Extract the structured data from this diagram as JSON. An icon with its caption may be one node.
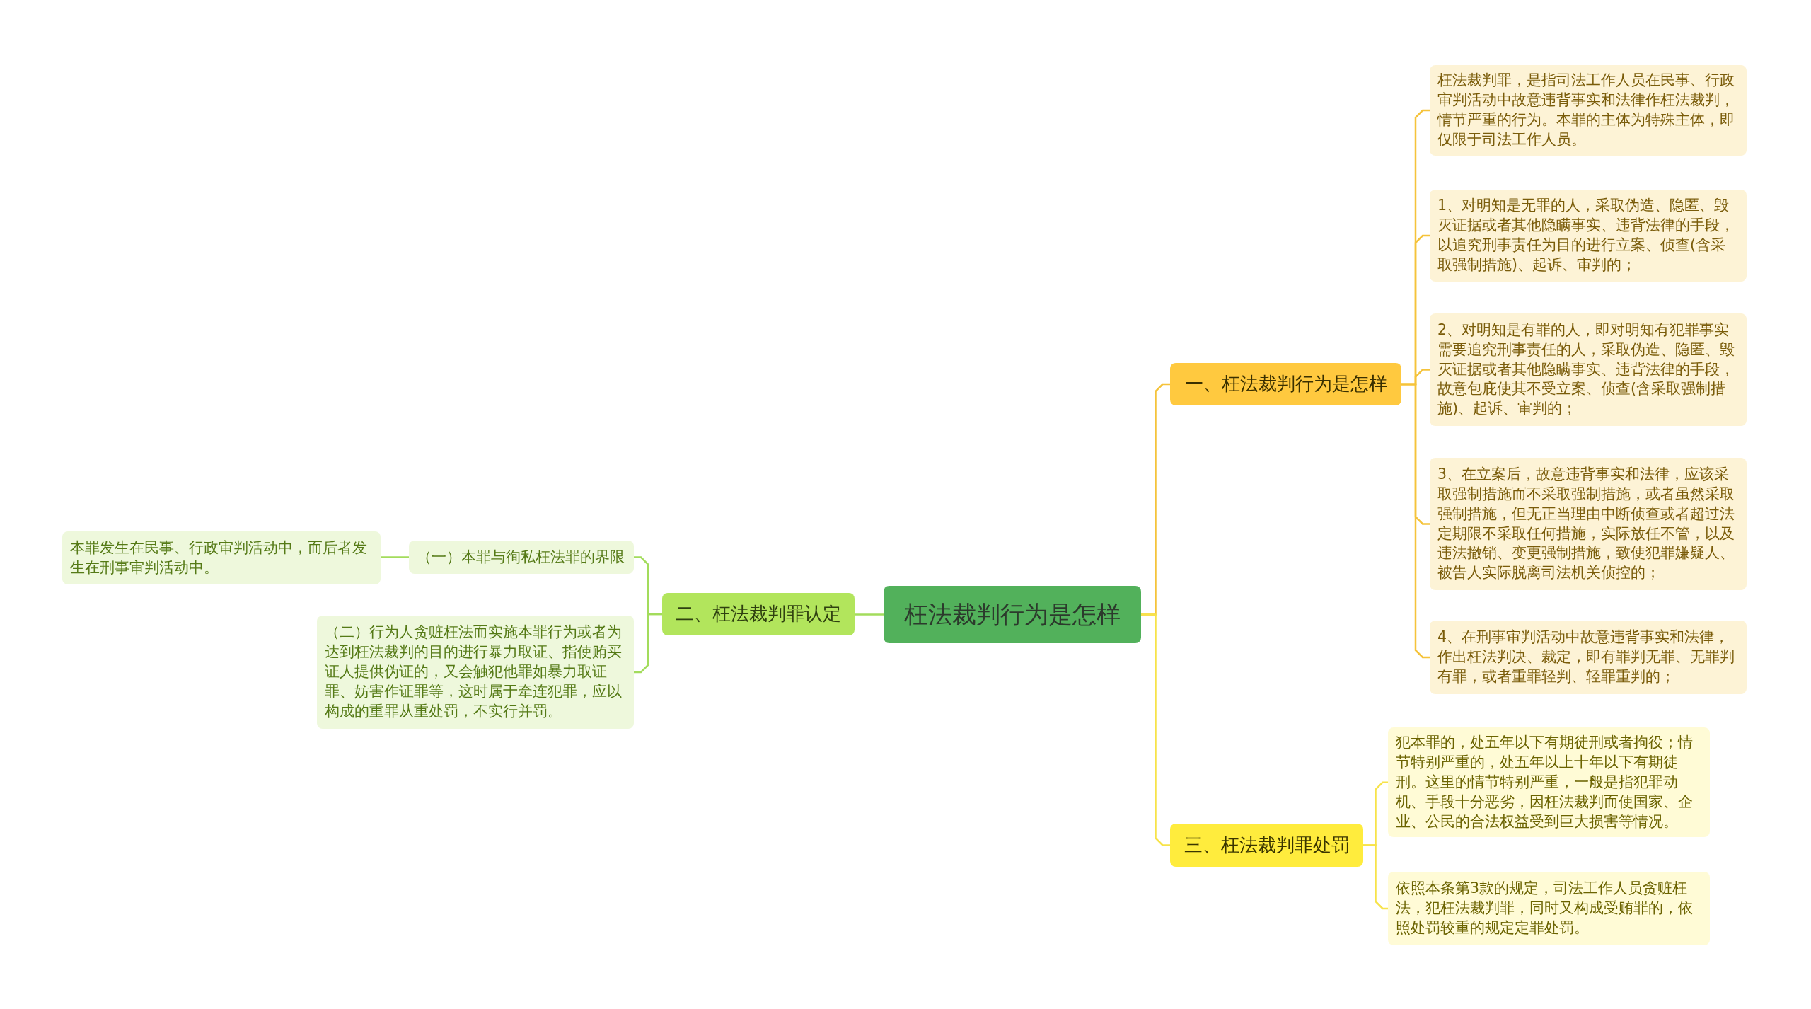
{
  "diagram": {
    "nodes": [
      {
        "text": [
          "枉法裁判行为是怎样"
        ]
      },
      {
        "text": [
          "一、枉法裁判行为是怎样"
        ]
      },
      {
        "text": [
          "枉法裁判罪，是指司法工作人员在民事、行政审判活动中故意违背事实和法律作枉法裁判，情节严重的行为。本罪的主体为特殊主体，即仅限于司法工作人员。"
        ]
      },
      {
        "text": [
          "1、对明知是无罪的人，采取伪造、隐匿、毁灭证据或者其他隐瞒事实、违背法律的手段，以追究刑事责任为目的进行立案、侦查(含采取强制措施)、起诉、审判的；"
        ]
      },
      {
        "text": [
          "2、对明知是有罪的人，即对明知有犯罪事实需要追究刑事责任的人，采取伪造、隐匿、毁灭证据或者其他隐瞒事实、违背法律的手段，故意包庇使其不受立案、侦查(含采取强制措施)、起诉、审判的；"
        ]
      },
      {
        "text": [
          "3、在立案后，故意违背事实和法律，应该采取强制措施而不采取强制措施，或者虽然采取强制措施，但无正当理由中断侦查或者超过法定期限不采取任何措施，实际放任不管，以及违法撤销、变更强制措施，致使犯罪嫌疑人、被告人实际脱离司法机关侦控的；"
        ]
      },
      {
        "text": [
          "4、在刑事审判活动中故意违背事实和法律，作出枉法判决、裁定，即有罪判无罪、无罪判有罪，或者重罪轻判、轻罪重判的；"
        ]
      },
      {
        "text": [
          "三、枉法裁判罪处罚"
        ]
      },
      {
        "text": [
          "犯本罪的，处五年以下有期徒刑或者拘役；情节特别严重的，处五年以上十年以下有期徒刑。这里的情节特别严重，一般是指犯罪动机、手段十分恶劣，因枉法裁判而使国家、企业、公民的合法权益受到巨大损害等情况。"
        ]
      },
      {
        "text": [
          "依照本条第3款的规定，司法工作人员贪赃枉法，犯枉法裁判罪，同时又构成受贿罪的，依照处罚较重的规定定罪处罚。"
        ]
      },
      {
        "text": [
          "二、枉法裁判罪认定"
        ]
      },
      {
        "text": [
          "（一）本罪与徇私枉法罪的界限"
        ]
      },
      {
        "text": [
          "本罪发生在民事、行政审判活动中，而后者发生在刑事审判活动中。"
        ]
      },
      {
        "text": [
          "（二）行为人贪赃枉法而实施本罪行为或者为达到枉法裁判的目的进行暴力取证、指使贿买证人提供伪证的，又会触犯他罪如暴力取证罪、妨害作证罪等，这时属于牵连犯罪，应以构成的重罪从重处罚，不实行并罚。"
        ]
      }
    ],
    "edges": [
      {
        "from": 0,
        "to": 1,
        "arrow": "none"
      },
      {
        "from": 1,
        "to": 2,
        "arrow": "none"
      },
      {
        "from": 1,
        "to": 3,
        "arrow": "none"
      },
      {
        "from": 1,
        "to": 4,
        "arrow": "none"
      },
      {
        "from": 1,
        "to": 5,
        "arrow": "none"
      },
      {
        "from": 1,
        "to": 6,
        "arrow": "none"
      },
      {
        "from": 0,
        "to": 7,
        "arrow": "none",
        "color": "#f7e34a"
      },
      {
        "from": 7,
        "to": 8,
        "arrow": "none",
        "color": "#f7e34a"
      },
      {
        "from": 7,
        "to": 9,
        "arrow": "none",
        "color": "#f7e34a"
      },
      {
        "from": 0,
        "to": 10,
        "arrow": "none",
        "color": "#a3dc5c"
      },
      {
        "from": 10,
        "to": 11,
        "arrow": "none",
        "color": "#a3dc5c"
      },
      {
        "from": 11,
        "to": 12,
        "arrow": "none",
        "color": "#a3dc5c"
      },
      {
        "from": 10,
        "to": 13,
        "arrow": "none",
        "color": "#a3dc5c"
      }
    ]
  }
}
